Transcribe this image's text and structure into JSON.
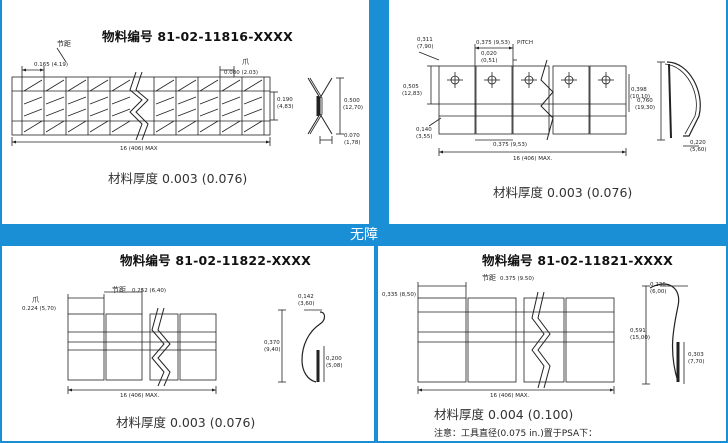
{
  "colors": {
    "accent": "#1a8fd6",
    "line": "#222222",
    "paper": "#ffffff"
  },
  "banner_label": "无障",
  "panels": {
    "p1": {
      "title": "物料编号 81-02-11816-XXXX",
      "thickness": "材料厚度 0.003 (0.076)",
      "labels": {
        "pitch": "节距",
        "pitch_val": "0.165 (4.19)",
        "claw": "爪",
        "claw_val": "0.080 (2.03)",
        "d1": "0.190",
        "d1b": "(4,83)",
        "d2": "0.500",
        "d2b": "(12,70)",
        "d3": "0.070",
        "d3b": "(1,78)",
        "length": "16 (406) MAX"
      }
    },
    "p2": {
      "thickness": "材料厚度 0.003 (0.076)",
      "labels": {
        "a1": "0,311",
        "a1b": "(7,90)",
        "pitch_top": "0,375 (9,53)",
        "pitch_word": "PITCH",
        "b1": "0,020",
        "b1b": "(0,51)",
        "c1": "0,505",
        "c1b": "(12,83)",
        "c2": "0,140",
        "c2b": "(3,55)",
        "pitch_bottom": "0,375 (9,53)",
        "d1": "0,398",
        "d1b": "(10,10)",
        "e1": "0,760",
        "e1b": "(19,30)",
        "f1": "0,220",
        "f1b": "(5,60)",
        "length": "16 (406) MAX."
      }
    },
    "p3": {
      "title": "物料编号 81-02-11822-XXXX",
      "thickness": "材料厚度 0.003 (0.076)",
      "labels": {
        "claw": "爪",
        "claw_val": "0.224 (5,70)",
        "pitch": "节距",
        "pitch_val": "0.252 (6,40)",
        "a1": "0,142",
        "a1b": "(3,60)",
        "b1": "0,370",
        "b1b": "(9,40)",
        "c1": "0,200",
        "c1b": "(5,08)",
        "length": "16 (406) MAX."
      }
    },
    "p4": {
      "title": "物料编号 81-02-11821-XXXX",
      "thickness": "材料厚度 0.004 (0.100)",
      "note": "注意：工具直径(0.075 in.)置于PSA下：",
      "labels": {
        "pitch": "节距",
        "pitch_val": "0.375 (9.50)",
        "a1": "0,335 (8,50)",
        "b1": "0,236",
        "b1b": "(6,00)",
        "c1": "0,591",
        "c1b": "(15,00)",
        "d1": "0,303",
        "d1b": "(7,70)",
        "length": "16 (406) MAX."
      }
    }
  }
}
